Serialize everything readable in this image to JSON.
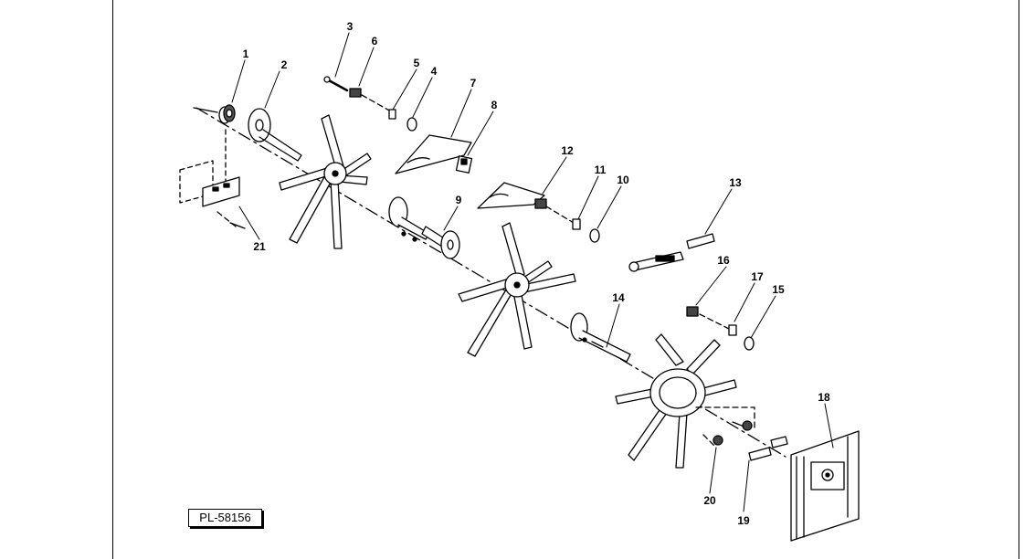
{
  "drawing": {
    "plate_number": "PL-58156",
    "callouts": [
      "1",
      "2",
      "3",
      "4",
      "5",
      "6",
      "7",
      "8",
      "9",
      "10",
      "11",
      "12",
      "13",
      "14",
      "15",
      "16",
      "17",
      "18",
      "19",
      "20",
      "21"
    ]
  },
  "colors": {
    "ink": "#000000",
    "paper": "#ffffff"
  }
}
